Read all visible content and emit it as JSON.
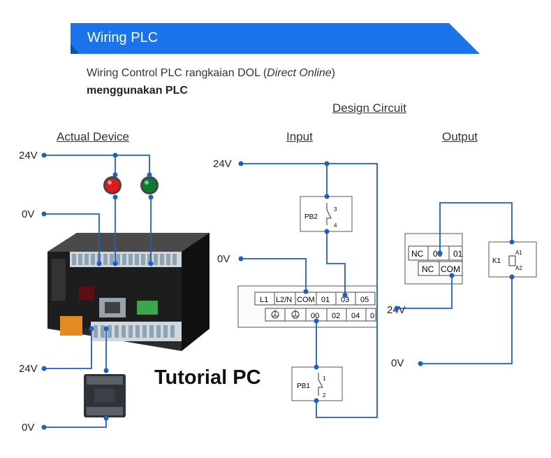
{
  "banner": {
    "title": "Wiring PLC",
    "color": "#1a73e8"
  },
  "subtitle": {
    "line1_prefix": "Wiring Control PLC rangkaian DOL (",
    "line1_italic": "Direct Online",
    "line1_suffix": ")",
    "line2": "menggunakan PLC"
  },
  "headings": {
    "design_circuit": "Design Circuit",
    "actual_device": "Actual Device",
    "input": "Input",
    "output": "Output"
  },
  "voltages": {
    "v24": "24V",
    "v0": "0V"
  },
  "plc_terminals": {
    "top_row": [
      "L1",
      "L2/N",
      "COM",
      "01",
      "03",
      "05"
    ],
    "bottom_row": [
      "",
      "",
      "00",
      "02",
      "04",
      "0"
    ]
  },
  "output_terminals": {
    "top_row": [
      "NC",
      "00",
      "01"
    ],
    "bottom_row": [
      "NC",
      "COM"
    ]
  },
  "components": {
    "pb2": "PB2",
    "pb2_pin_top": "3",
    "pb2_pin_bottom": "4",
    "pb1": "PB1",
    "pb1_pin_top": "1",
    "pb1_pin_bottom": "2",
    "k1": "K1",
    "k1_pin_top": "A1",
    "k1_pin_bottom": "A2"
  },
  "watermark": "Tutorial PC",
  "colors": {
    "wire": "#1f5fbf",
    "dot": "#1f5fbf"
  }
}
